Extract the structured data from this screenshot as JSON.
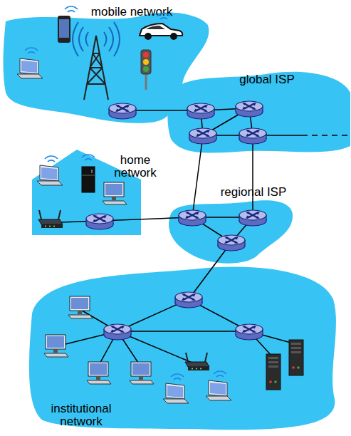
{
  "diagram": {
    "nodes": [
      {
        "text": [
          "mobile network"
        ]
      },
      {
        "text": [
          "global ISP"
        ]
      },
      {
        "text": [
          "home network"
        ]
      },
      {
        "text": [
          "regional ISP"
        ]
      },
      {
        "text": [
          "institutional network"
        ]
      }
    ],
    "edges": [
      {
        "from": 0,
        "to": 1,
        "arrow": "none"
      },
      {
        "from": 1,
        "to": 3,
        "arrow": "none"
      },
      {
        "from": 1,
        "to": 3,
        "arrow": "none"
      },
      {
        "from": 2,
        "to": 3,
        "arrow": "none"
      },
      {
        "from": 3,
        "to": 4,
        "arrow": "none"
      }
    ]
  }
}
